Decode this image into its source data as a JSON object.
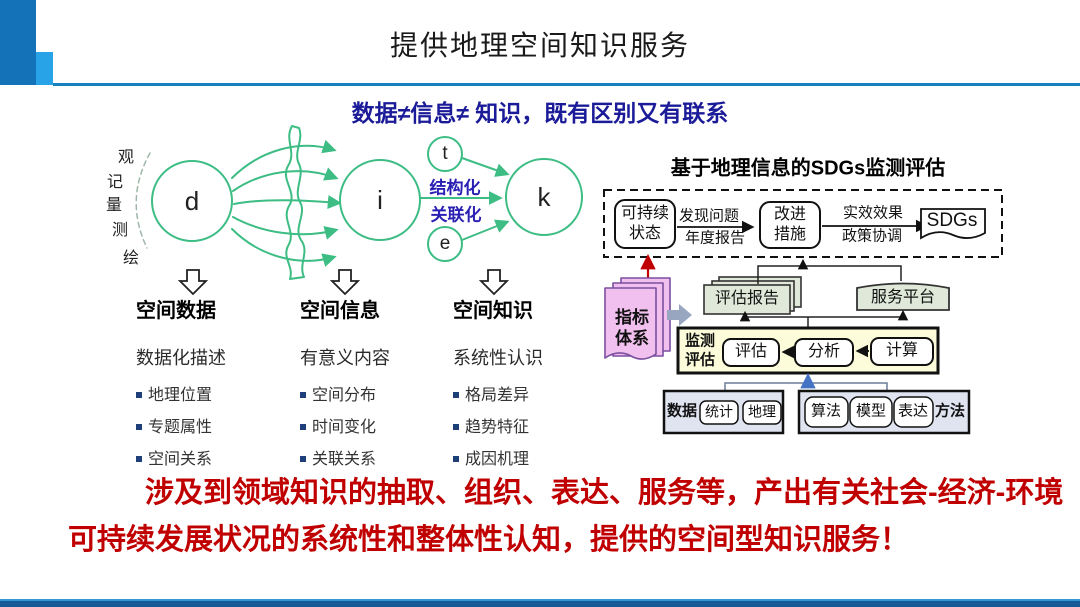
{
  "header": {
    "title": "提供地理空间知识服务"
  },
  "subtitle": "数据≠信息≠ 知识，既有区别又有联系",
  "dik": {
    "sources": [
      "观",
      "记",
      "量",
      "测",
      "绘"
    ],
    "node_d": "d",
    "node_i": "i",
    "node_k": "k",
    "node_t": "t",
    "node_e": "e",
    "structuring": "结构化",
    "linking": "关联化"
  },
  "columns": [
    {
      "heading": "空间数据",
      "subheading": "数据化描述",
      "items": [
        "地理位置",
        "专题属性",
        "空间关系"
      ]
    },
    {
      "heading": "空间信息",
      "subheading": "有意义内容",
      "items": [
        "空间分布",
        "时间变化",
        "关联关系"
      ]
    },
    {
      "heading": "空间知识",
      "subheading": "系统性认识",
      "items": [
        "格局差异",
        "趋势特征",
        "成因机理"
      ]
    }
  ],
  "sdg": {
    "title": "基于地理信息的SDGs监测评估",
    "sustain_state": "可持续\n状态",
    "find_problem": "发现问题",
    "annual_report": "年度报告",
    "improve_measures": "改进\n措施",
    "actual_effect": "实效效果",
    "policy_coord": "政策协调",
    "sdgs": "SDGs",
    "indicator_system": "指标\n体系",
    "eval_report": "评估报告",
    "service_platform": "服务平台",
    "monitor_eval": "监测\n评估",
    "evaluate": "评估",
    "analyze": "分析",
    "compute": "计算",
    "data_label": "数据",
    "stat": "统计",
    "geo": "地理",
    "algorithm": "算法",
    "model": "模型",
    "express": "表达",
    "method_label": "方法"
  },
  "conclusion": {
    "line1": "涉及到领域知识的抽取、组织、表达、服务等，产出有关社会-经济-环境",
    "line2": "可持续发展状况的系统性和整体性认知，提供的空间型知识服务！"
  },
  "colors": {
    "accent_blue": "#1472b8",
    "light_blue": "#29a3e8",
    "rule_blue": "#1780c0",
    "diagram_green": "#3dbd84",
    "subtitle_navy": "#1b1b99",
    "operation_blue": "#2a21b4",
    "conclusion_red": "#c00000",
    "indicator_pink": "#f2c0ee",
    "monitor_yellow": "#fcfcda",
    "resource_green": "#e0e9d9",
    "io_box_blue": "#dfe4f0"
  }
}
